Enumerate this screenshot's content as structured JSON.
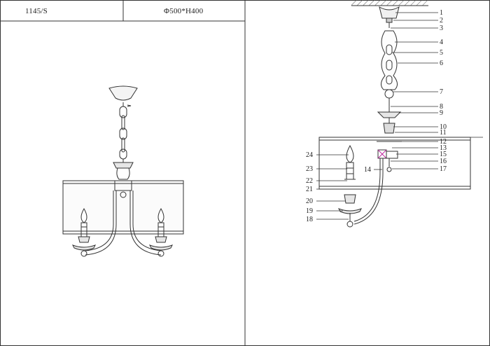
{
  "header": {
    "model": "1145/S",
    "dimensions": "Φ500*H400"
  },
  "callouts": {
    "right": [
      "1",
      "2",
      "3",
      "4",
      "5",
      "6",
      "7",
      "8",
      "9",
      "10",
      "11",
      "12",
      "13",
      "15",
      "16",
      "17"
    ],
    "left": [
      "24",
      "23",
      "22",
      "21",
      "20",
      "19",
      "18"
    ],
    "inner": "14"
  }
}
